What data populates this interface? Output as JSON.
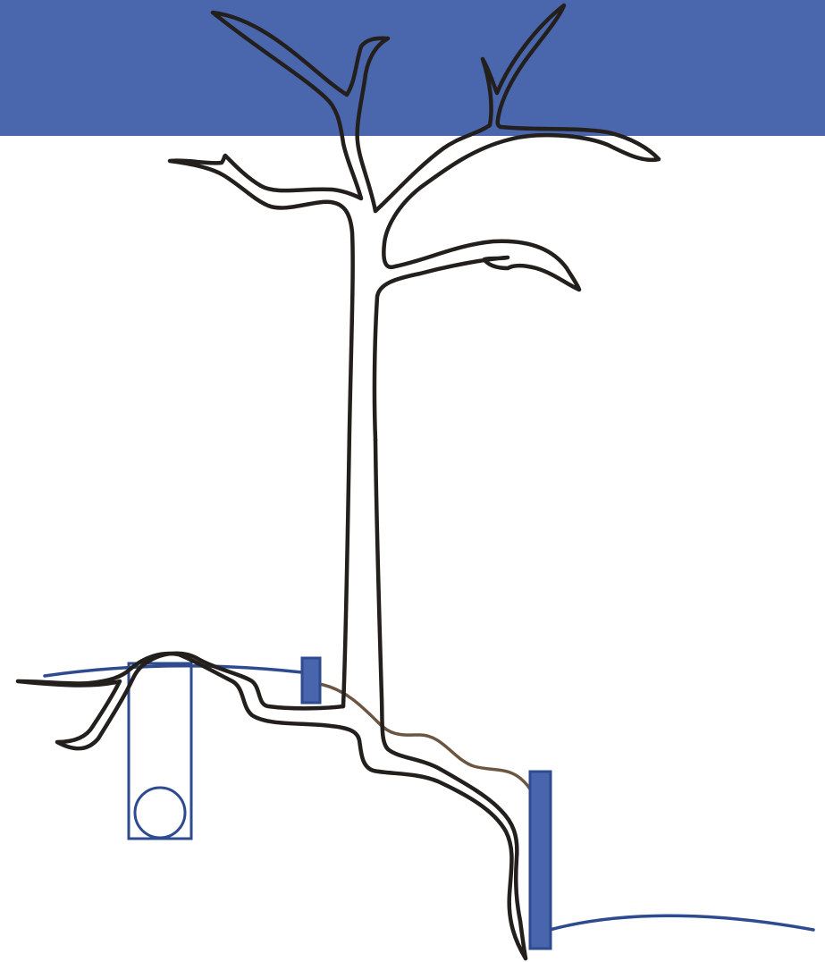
{
  "diagram": {
    "sky_color": "#4a67ad",
    "background_color": "#ffffff",
    "tree_outline_color": "#231f1d",
    "post_fill_color": "#4865ad",
    "post_stroke_color": "#2d4b8e",
    "ground_line_color": "#2d4b8e",
    "cable_color": "#6b5642",
    "components": {
      "tree": "tree-icon",
      "small_stake": "stake",
      "tall_stake": "stake",
      "pit_box": "pit",
      "pit_circle": "circle",
      "cable": "connector-line",
      "ground_left": "ground-line",
      "ground_right": "ground-line"
    }
  }
}
